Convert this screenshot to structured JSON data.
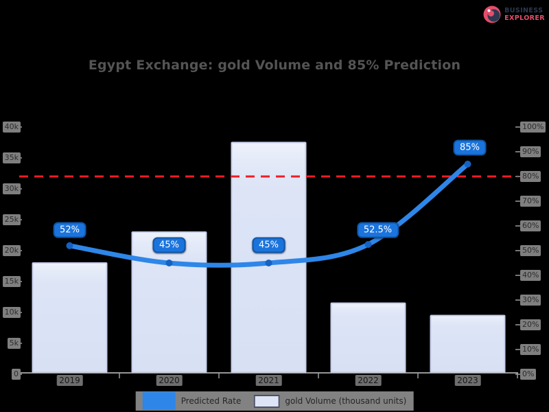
{
  "header": {
    "title": "Egypt Exchange: gold Volume and 85% Prediction",
    "logo": {
      "icon": "pie-donut-icon",
      "line1": "BUSINESS",
      "line2": "EXPLORER",
      "navy": "#2d3850",
      "pink": "#e44d6b"
    }
  },
  "chart_data": {
    "type": "bar",
    "categories": [
      "2019",
      "2020",
      "2021",
      "2022",
      "2023"
    ],
    "series": [
      {
        "name": "gold Volume (thousand units)",
        "kind": "bar",
        "axis": "left",
        "color": "#dce4f6",
        "values": [
          18000,
          23000,
          37500,
          11500,
          9500
        ]
      },
      {
        "name": "Predicted Rate",
        "kind": "line",
        "axis": "right",
        "color": "#2e86e8",
        "values": [
          52,
          45,
          45,
          52.5,
          85
        ],
        "point_labels": [
          "52%",
          "45%",
          "45%",
          "52.5%",
          "85%"
        ]
      }
    ],
    "threshold": {
      "axis": "right",
      "value": 80,
      "color": "#ee1d25",
      "style": "dashed"
    },
    "axes": {
      "left": {
        "min": 0,
        "max": 40000,
        "step": 5000,
        "ticks": [
          "0",
          "5k",
          "10k",
          "15k",
          "20k",
          "25k",
          "30k",
          "35k",
          "40k"
        ]
      },
      "right": {
        "min": 0,
        "max": 100,
        "step": 10,
        "ticks": [
          "0%",
          "10%",
          "20%",
          "30%",
          "40%",
          "50%",
          "60%",
          "70%",
          "80%",
          "90%",
          "100%"
        ]
      }
    },
    "grid": false,
    "legend_position": "bottom"
  },
  "legend": {
    "items": [
      {
        "label": "Predicted Rate",
        "color": "#2e86e8",
        "kind": "line-series"
      },
      {
        "label": "gold Volume (thousand units)",
        "color": "#dce4f6",
        "kind": "bar-series"
      }
    ]
  },
  "colors": {
    "background": "#000000",
    "title_text": "#545454",
    "axis_line": "#c9c9c9",
    "tick_chip_bg": "#7f7f7f",
    "tick_text": "#2c2c2c",
    "bar_fill": "#dce4f6",
    "bar_border": "#c6cee9",
    "line": "#2e86e8",
    "line_marker": "#1462c4",
    "point_label_bg": "#1b74dd",
    "point_label_border": "#0f56a8",
    "point_label_text": "#ffffff",
    "threshold_red": "#ee1d25",
    "legend_strip_bg": "#828282"
  }
}
